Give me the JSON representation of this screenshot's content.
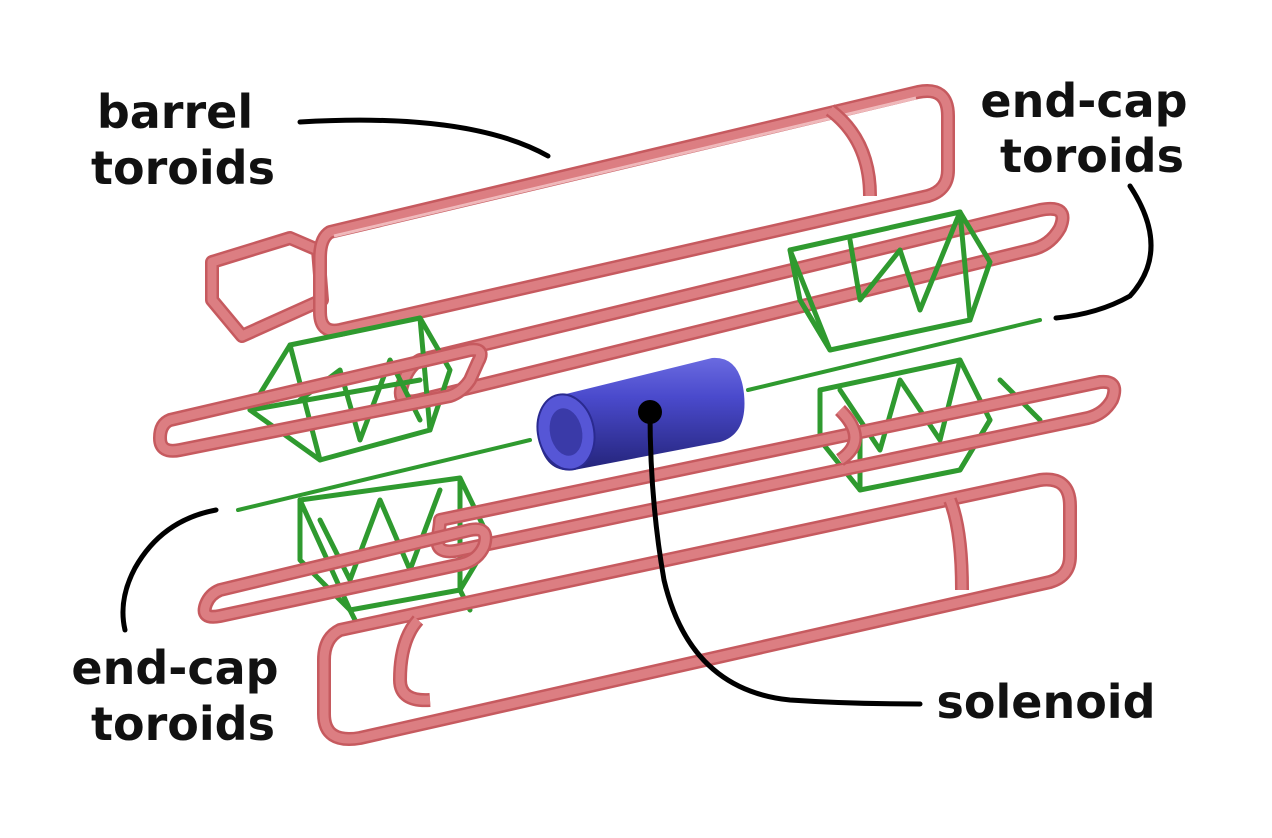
{
  "labels": {
    "barrel_toroids": [
      "barrel",
      "toroids"
    ],
    "endcap_toroids_right": [
      "end-cap",
      "toroids"
    ],
    "endcap_toroids_left": [
      "end-cap",
      "toroids"
    ],
    "solenoid": "solenoid"
  },
  "colors": {
    "barrel_toroid": "#dc7e82",
    "endcap_toroid": "#2f9a2f",
    "solenoid": "#3c3cb4",
    "leader_line": "#000000"
  }
}
